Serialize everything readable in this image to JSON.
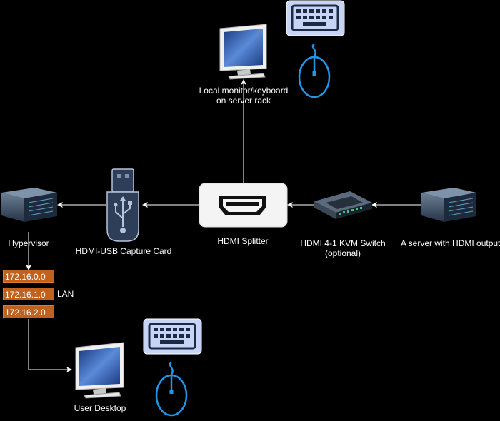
{
  "nodes": {
    "monitor_top": {
      "label_line1": "Local monitor/keyboard",
      "label_line2": "on server rack"
    },
    "hypervisor": {
      "label": "Hypervisor"
    },
    "capture_card": {
      "label": "HDMI-USB Capture Card"
    },
    "splitter": {
      "label": "HDMI Splitter"
    },
    "kvm_switch": {
      "label_line1": "HDMI 4-1 KVM Switch",
      "label_line2": "(optional)"
    },
    "server": {
      "label": "A server with HDMI output"
    },
    "user_desktop": {
      "label": "User Desktop"
    }
  },
  "network": {
    "subnets": [
      "172.16.0.0",
      "172.16.1.0",
      "172.16.2.0"
    ],
    "label": "LAN"
  },
  "colors": {
    "background": "#000000",
    "edge": "#ffffff",
    "subnet_fill": "#c0621d",
    "peripheral_blue": "#2196e8",
    "keyboard_fill": "#c7d4f5",
    "usb_fill": "#2f3e58",
    "screen_blue": "#4a78c8"
  },
  "edges": [
    {
      "from": "server",
      "to": "kvm_switch"
    },
    {
      "from": "kvm_switch",
      "to": "splitter"
    },
    {
      "from": "splitter",
      "to": "capture_card"
    },
    {
      "from": "capture_card",
      "to": "hypervisor"
    },
    {
      "from": "splitter",
      "to": "monitor_top"
    },
    {
      "from": "hypervisor",
      "to": "subnets"
    },
    {
      "from": "subnets",
      "to": "user_desktop"
    }
  ]
}
